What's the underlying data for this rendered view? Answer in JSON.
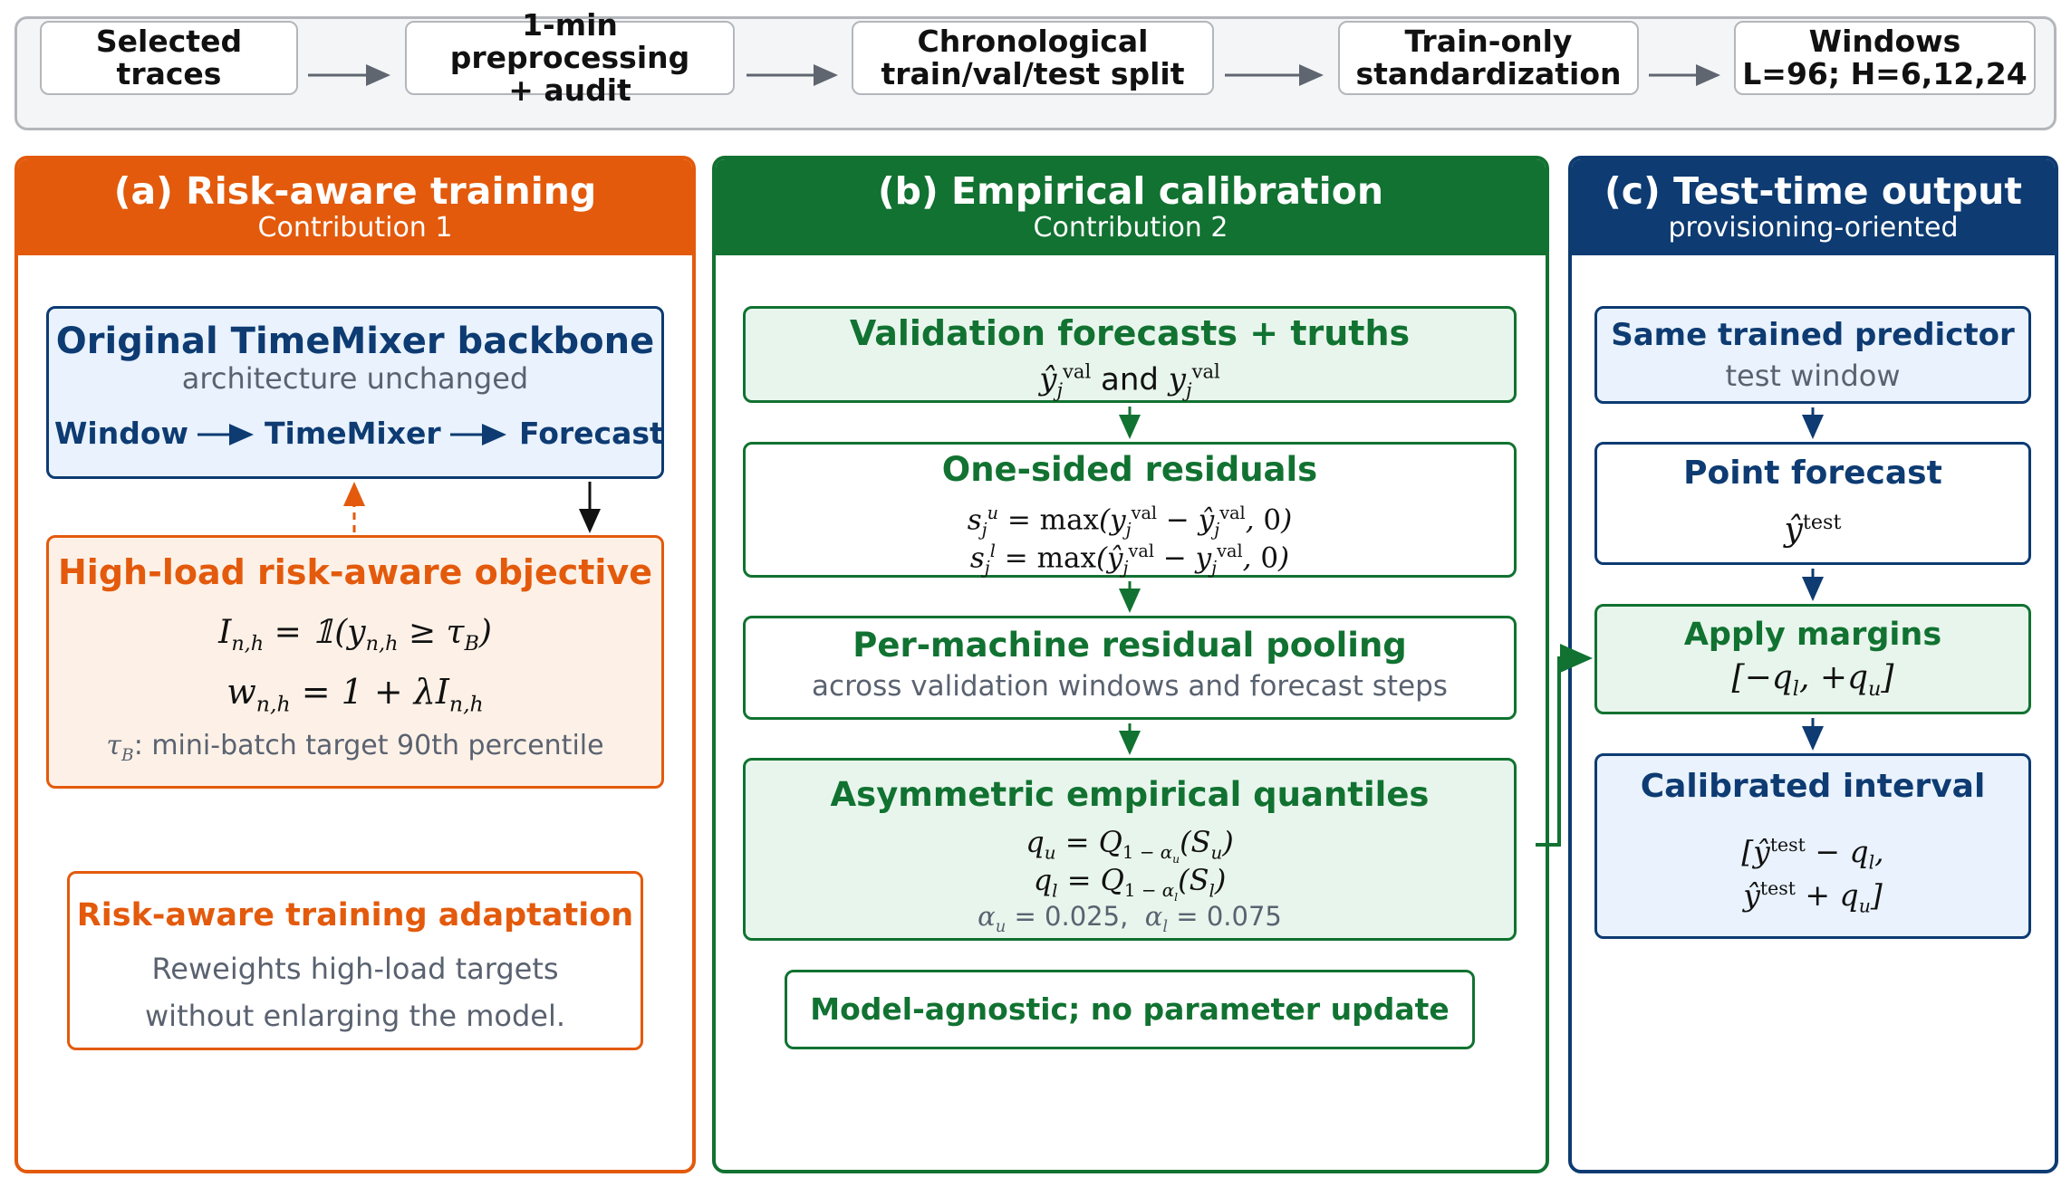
{
  "pipeline": {
    "steps": [
      {
        "line1": "Selected",
        "line2": "traces"
      },
      {
        "line1": "1-min preprocessing",
        "line2": "+ audit"
      },
      {
        "line1": "Chronological",
        "line2": "train/val/test split"
      },
      {
        "line1": "Train-only",
        "line2": "standardization"
      },
      {
        "line1": "Windows",
        "line2": "L=96; H=6,12,24"
      }
    ]
  },
  "panel_a": {
    "title": "(a) Risk-aware training",
    "subtitle": "Contribution 1",
    "backbone": {
      "title": "Original TimeMixer backbone",
      "subtitle": "architecture unchanged",
      "flow": [
        "Window",
        "TimeMixer",
        "Forecast"
      ]
    },
    "objective": {
      "title": "High-load risk-aware objective",
      "eq1": "I_{n,h} = 𝟙(y_{n,h} ≥ τ_B)",
      "eq2": "w_{n,h} = 1 + λI_{n,h}",
      "note_sym": "τ",
      "note_sub": "B",
      "note": ": mini-batch target 90th percentile"
    },
    "adaptation": {
      "title": "Risk-aware training adaptation",
      "line1": "Reweights high-load targets",
      "line2": "without enlarging the model."
    }
  },
  "panel_b": {
    "title": "(b) Empirical calibration",
    "subtitle": "Contribution 2",
    "validation": {
      "title": "Validation forecasts + truths",
      "connector": "and"
    },
    "residuals": {
      "title": "One-sided residuals"
    },
    "pooling": {
      "title": "Per-machine residual pooling",
      "subtitle": "across validation windows and forecast steps"
    },
    "quantiles": {
      "title": "Asymmetric empirical quantiles",
      "alpha_u": "0.025",
      "alpha_l": "0.075"
    },
    "note": "Model-agnostic; no parameter update"
  },
  "panel_c": {
    "title": "(c) Test-time output",
    "subtitle": "provisioning-oriented",
    "predictor": {
      "title": "Same trained predictor",
      "subtitle": "test window"
    },
    "point": {
      "title": "Point forecast"
    },
    "margins": {
      "title": "Apply margins"
    },
    "interval": {
      "title": "Calibrated interval"
    }
  },
  "colors": {
    "orange": "#e35a0c",
    "green": "#117231",
    "navy": "#0d3b72",
    "gray_border": "#b3b6bb"
  }
}
